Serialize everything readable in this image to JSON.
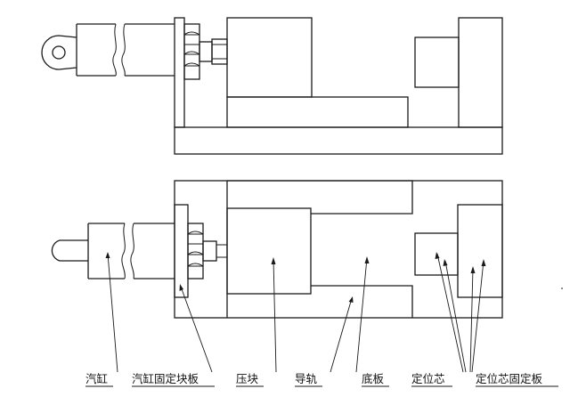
{
  "labels": [
    {
      "id": "cylinder",
      "text": "汽缸"
    },
    {
      "id": "cylinder-fixing-block",
      "text": "汽缸固定块板"
    },
    {
      "id": "press-block",
      "text": "压块"
    },
    {
      "id": "guide-rail",
      "text": "导轨"
    },
    {
      "id": "base-plate",
      "text": "底板"
    },
    {
      "id": "locating-core",
      "text": "定位芯"
    },
    {
      "id": "locating-core-fixing-plate",
      "text": "定位芯固定板"
    }
  ]
}
